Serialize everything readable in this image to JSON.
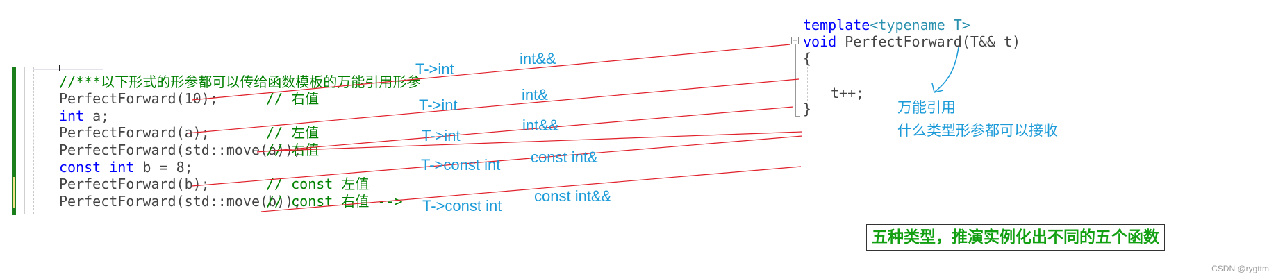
{
  "code_left": {
    "comment_line": "//***以下形式的形参都可以传给函数模板的万能引用形参",
    "lines": [
      {
        "code": "PerfectForward(10);",
        "comment": "// 右值"
      },
      {
        "kw": "int",
        "code": " a;"
      },
      {
        "code": "PerfectForward(a);",
        "comment": "// 左值"
      },
      {
        "code": "PerfectForward(std::move(a));",
        "comment": "// 右值"
      },
      {
        "kw": "const int",
        "code": " b = 8;"
      },
      {
        "code": "PerfectForward(b);",
        "comment": "// const 左值"
      },
      {
        "code": "PerfectForward(std::move(b));",
        "comment": "// const 右值 -->"
      }
    ]
  },
  "code_right": {
    "template_kw": "template",
    "template_rest": "<typename T>",
    "void_kw": "void",
    "signature": " PerfectForward(T&& t)",
    "open_brace": "{",
    "body": "t++;",
    "close_brace": "}"
  },
  "annotations": {
    "t_labels": [
      "T->int",
      "T->int",
      "T->int",
      "T->const int",
      "T->const int"
    ],
    "ref_labels": [
      "int&&",
      "int&",
      "int&&",
      "const int&",
      "const int&&"
    ],
    "universal_ref": "万能引用",
    "accept_any": "什么类型形参都可以接收"
  },
  "summary_box": "五种类型，推演实例化出不同的五个函数",
  "watermark": "CSDN @rygttm",
  "colors": {
    "annotation": "#1c9bd8",
    "line": "#e0202a",
    "keyword": "#0000ff",
    "comment": "#008000",
    "gutter": "#1a7f1a"
  }
}
